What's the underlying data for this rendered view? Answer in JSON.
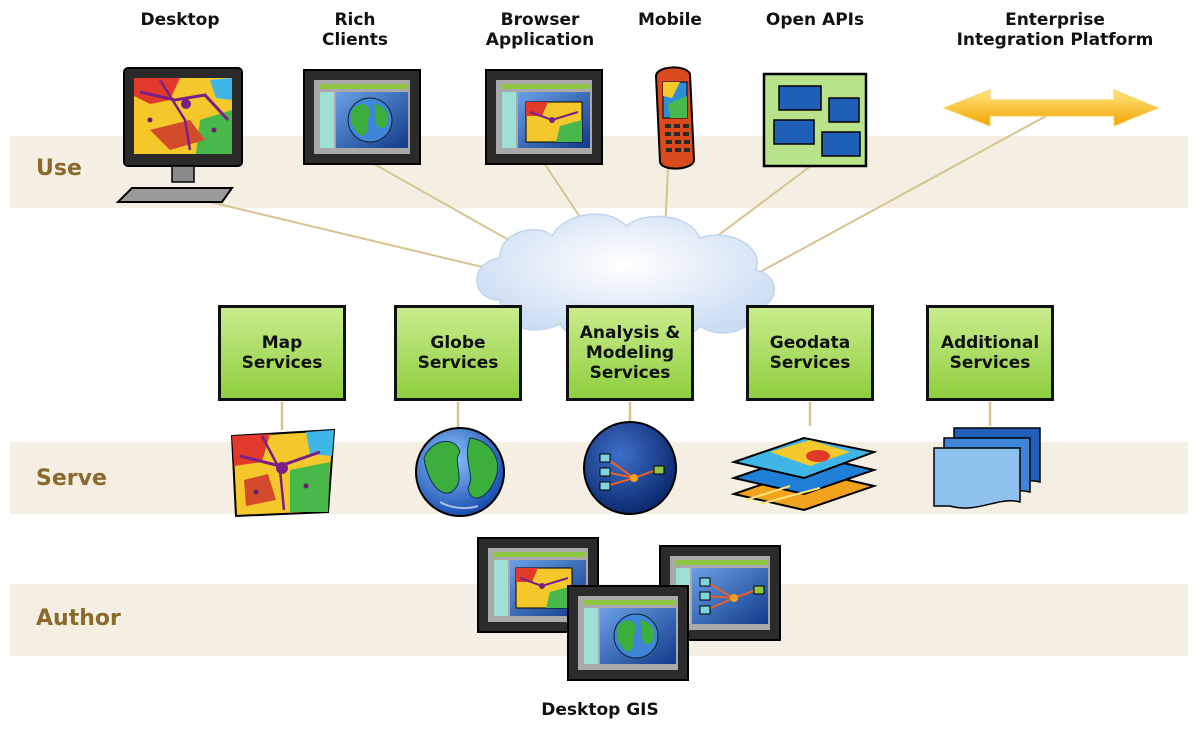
{
  "bands": {
    "use": "Use",
    "serve": "Serve",
    "author": "Author"
  },
  "clients": {
    "desktop": "Desktop",
    "rich_clients": "Rich\nClients",
    "browser_application": "Browser\nApplication",
    "mobile": "Mobile",
    "open_apis": "Open APIs",
    "enterprise": "Enterprise\nIntegration Platform"
  },
  "services": {
    "map": "Map\nServices",
    "globe": "Globe\nServices",
    "analysis": "Analysis &\nModeling\nServices",
    "geodata": "Geodata\nServices",
    "additional": "Additional\nServices"
  },
  "footer": "Desktop GIS",
  "colors": {
    "band": "#f4efe2",
    "band_label": "#8a6a2c",
    "service_green": "#8fcf3f",
    "connector": "#d8c38f",
    "cloud": "#dbe8f7"
  }
}
